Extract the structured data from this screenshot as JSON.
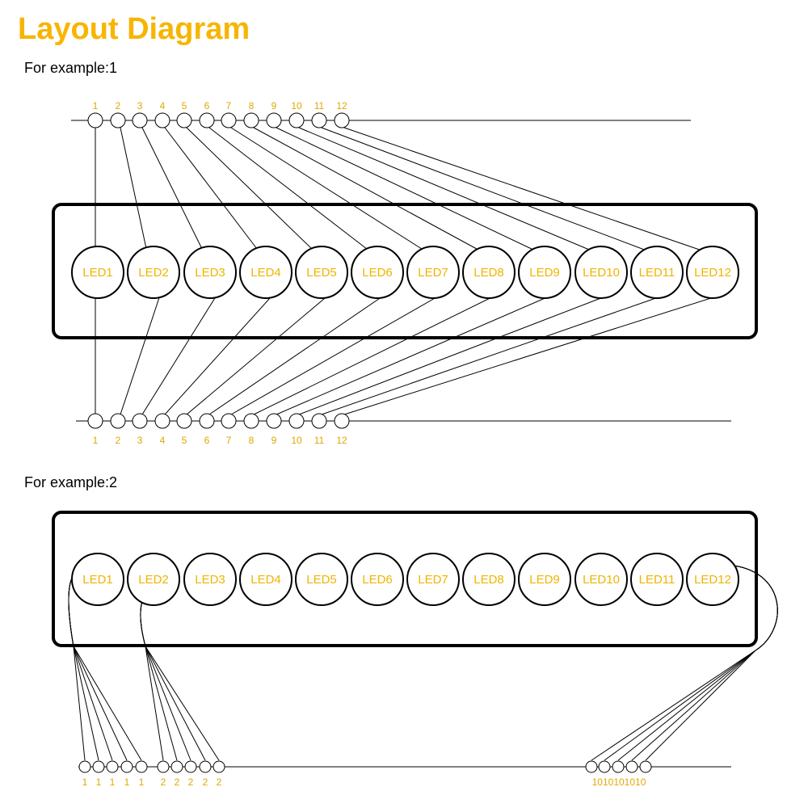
{
  "title": "Layout Diagram",
  "colors": {
    "title": "#F7B500",
    "labels": "#E0A800",
    "lines": "#000000"
  },
  "example1": {
    "label": "For example:1",
    "leds": [
      "LED1",
      "LED2",
      "LED3",
      "LED4",
      "LED5",
      "LED6",
      "LED7",
      "LED8",
      "LED9",
      "LED10",
      "LED11",
      "LED12"
    ],
    "top_pads": [
      "1",
      "2",
      "3",
      "4",
      "5",
      "6",
      "7",
      "8",
      "9",
      "10",
      "11",
      "12"
    ],
    "bottom_pads": [
      "1",
      "2",
      "3",
      "4",
      "5",
      "6",
      "7",
      "8",
      "9",
      "10",
      "11",
      "12"
    ]
  },
  "example2": {
    "label": "For example:2",
    "leds": [
      "LED1",
      "LED2",
      "LED3",
      "LED4",
      "LED5",
      "LED6",
      "LED7",
      "LED8",
      "LED9",
      "LED10",
      "LED11",
      "LED12"
    ],
    "group1_pads": [
      "1",
      "1",
      "1",
      "1",
      "1"
    ],
    "group2_pads": [
      "2",
      "2",
      "2",
      "2",
      "2"
    ],
    "group3_label": "1010101010"
  }
}
